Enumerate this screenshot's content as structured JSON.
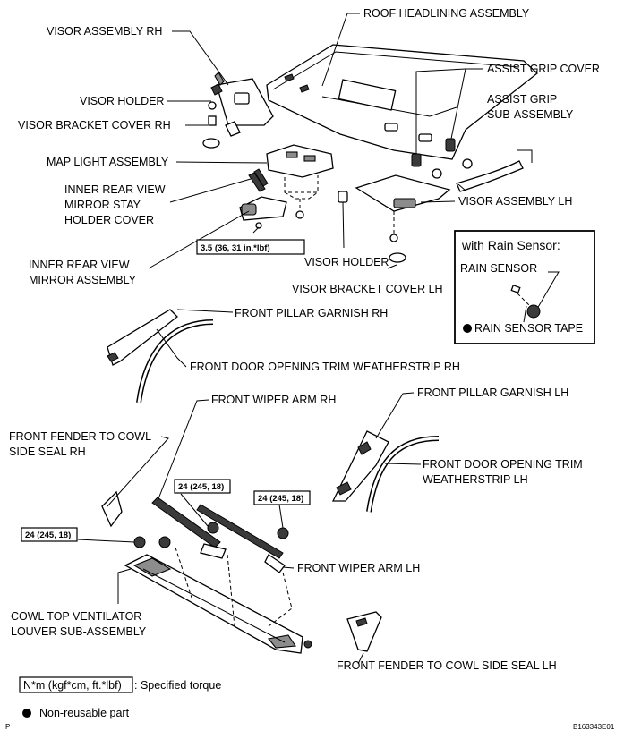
{
  "labels": {
    "roof_headlining": "ROOF HEADLINING ASSEMBLY",
    "visor_rh": "VISOR ASSEMBLY RH",
    "assist_grip_cover": "ASSIST GRIP COVER",
    "assist_grip_sub_1": "ASSIST GRIP",
    "assist_grip_sub_2": "SUB-ASSEMBLY",
    "visor_holder_1": "VISOR HOLDER",
    "visor_bracket_cover_rh": "VISOR BRACKET COVER RH",
    "map_light": "MAP LIGHT ASSEMBLY",
    "mirror_stay_1": "INNER REAR VIEW",
    "mirror_stay_2": "MIRROR STAY",
    "mirror_stay_3": "HOLDER COVER",
    "visor_lh": "VISOR ASSEMBLY LH",
    "mirror_assy_1": "INNER REAR VIEW",
    "mirror_assy_2": "MIRROR ASSEMBLY",
    "visor_holder_2": "VISOR HOLDER",
    "visor_bracket_cover_lh": "VISOR BRACKET COVER LH",
    "front_pillar_rh": "FRONT PILLAR GARNISH RH",
    "door_weatherstrip_rh": "FRONT DOOR OPENING TRIM WEATHERSTRIP RH",
    "wiper_rh": "FRONT WIPER ARM RH",
    "front_pillar_lh": "FRONT PILLAR GARNISH LH",
    "fender_seal_rh_1": "FRONT FENDER TO COWL",
    "fender_seal_rh_2": "SIDE SEAL RH",
    "door_weatherstrip_lh_1": "FRONT DOOR OPENING TRIM",
    "door_weatherstrip_lh_2": "WEATHERSTRIP LH",
    "wiper_lh": "FRONT WIPER ARM LH",
    "cowl_louver_1": "COWL TOP VENTILATOR",
    "cowl_louver_2": "LOUVER SUB-ASSEMBLY",
    "fender_seal_lh": "FRONT FENDER TO COWL SIDE SEAL LH"
  },
  "rain_sensor_box": {
    "title": "with Rain Sensor:",
    "sensor": "RAIN SENSOR",
    "tape": "RAIN SENSOR TAPE"
  },
  "torques": {
    "mirror": "3.5 (36, 31 in.*lbf)",
    "wiper_1": "24 (245, 18)",
    "wiper_2": "24 (245, 18)",
    "wiper_3": "24 (245, 18)"
  },
  "legend": {
    "torque_box": "N*m (kgf*cm, ft.*lbf)",
    "torque_text": ": Specified torque",
    "non_reusable": "Non-reusable part"
  },
  "footer": {
    "corner_mark": "P",
    "figure_code": "B163343E01"
  }
}
